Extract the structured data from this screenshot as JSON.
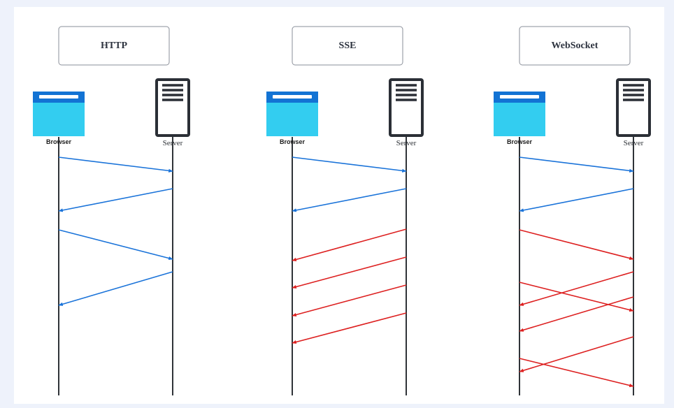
{
  "colors": {
    "background": "#eef2fb",
    "panel": "#ffffff",
    "browser_top": "#1273d4",
    "browser_body": "#33cdf0",
    "server_stroke": "#2b2f36",
    "request": "#1a73d9",
    "push": "#dd2020"
  },
  "icons": {
    "browser": "browser-window-icon",
    "server": "server-rack-icon"
  },
  "panels": [
    {
      "id": "http",
      "title": "HTTP",
      "browser_label": "Browser",
      "server_label": "Server",
      "messages": [
        {
          "direction": "browser-to-server",
          "kind": "request"
        },
        {
          "direction": "server-to-browser",
          "kind": "request"
        },
        {
          "direction": "browser-to-server",
          "kind": "request"
        },
        {
          "direction": "server-to-browser",
          "kind": "request"
        }
      ]
    },
    {
      "id": "sse",
      "title": "SSE",
      "browser_label": "Browser",
      "server_label": "Server",
      "messages": [
        {
          "direction": "browser-to-server",
          "kind": "request"
        },
        {
          "direction": "server-to-browser",
          "kind": "request"
        },
        {
          "direction": "server-to-browser",
          "kind": "push"
        },
        {
          "direction": "server-to-browser",
          "kind": "push"
        },
        {
          "direction": "server-to-browser",
          "kind": "push"
        },
        {
          "direction": "server-to-browser",
          "kind": "push"
        }
      ]
    },
    {
      "id": "websocket",
      "title": "WebSocket",
      "browser_label": "Browser",
      "server_label": "Server",
      "messages": [
        {
          "direction": "browser-to-server",
          "kind": "request"
        },
        {
          "direction": "server-to-browser",
          "kind": "request"
        },
        {
          "direction": "browser-to-server",
          "kind": "push"
        },
        {
          "direction": "server-to-browser",
          "kind": "push"
        },
        {
          "direction": "browser-to-server",
          "kind": "push"
        },
        {
          "direction": "server-to-browser",
          "kind": "push"
        },
        {
          "direction": "server-to-browser",
          "kind": "push"
        },
        {
          "direction": "browser-to-server",
          "kind": "push"
        }
      ]
    }
  ]
}
